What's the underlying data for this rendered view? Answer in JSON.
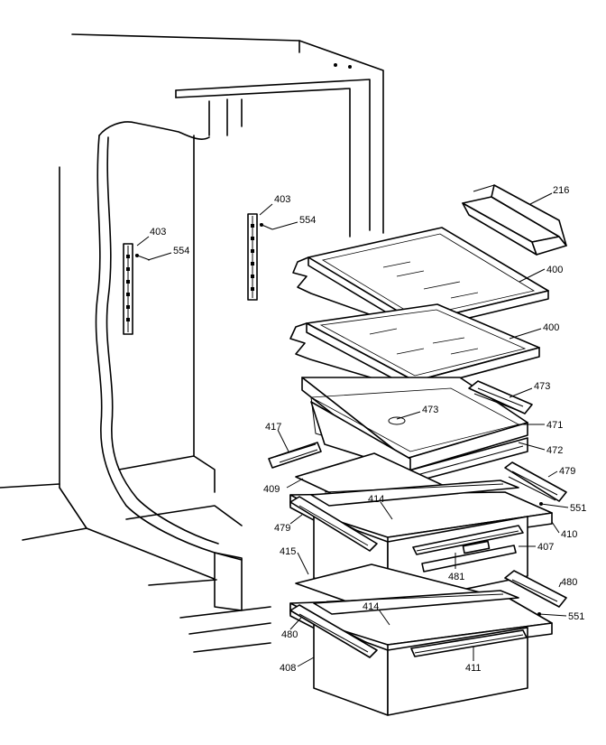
{
  "callouts": [
    {
      "id": "c216",
      "text": "216"
    },
    {
      "id": "c400a",
      "text": "400"
    },
    {
      "id": "c400b",
      "text": "400"
    },
    {
      "id": "c403a",
      "text": "403"
    },
    {
      "id": "c554a",
      "text": "554"
    },
    {
      "id": "c403b",
      "text": "403"
    },
    {
      "id": "c554b",
      "text": "554"
    },
    {
      "id": "c473a",
      "text": "473"
    },
    {
      "id": "c473b",
      "text": "473"
    },
    {
      "id": "c471",
      "text": "471"
    },
    {
      "id": "c472",
      "text": "472"
    },
    {
      "id": "c417",
      "text": "417"
    },
    {
      "id": "c479a",
      "text": "479"
    },
    {
      "id": "c409",
      "text": "409"
    },
    {
      "id": "c414a",
      "text": "414"
    },
    {
      "id": "c551a",
      "text": "551"
    },
    {
      "id": "c479b",
      "text": "479"
    },
    {
      "id": "c410",
      "text": "410"
    },
    {
      "id": "c407",
      "text": "407"
    },
    {
      "id": "c415",
      "text": "415"
    },
    {
      "id": "c481",
      "text": "481"
    },
    {
      "id": "c480a",
      "text": "480"
    },
    {
      "id": "c414b",
      "text": "414"
    },
    {
      "id": "c551b",
      "text": "551"
    },
    {
      "id": "c480b",
      "text": "480"
    },
    {
      "id": "c408",
      "text": "408"
    },
    {
      "id": "c411",
      "text": "411"
    }
  ]
}
